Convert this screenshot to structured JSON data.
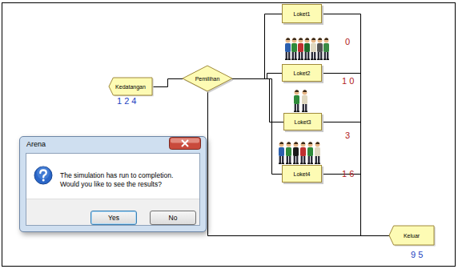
{
  "diagram": {
    "nodes": [
      {
        "text": [
          "Kedatangan"
        ]
      },
      {
        "text": [
          "Pemilihan"
        ]
      },
      {
        "text": [
          "Loket1"
        ]
      },
      {
        "text": [
          "Loket2"
        ]
      },
      {
        "text": [
          "Loket3"
        ]
      },
      {
        "text": [
          "Loket4"
        ]
      },
      {
        "text": [
          "Arena",
          "The simulation has run to completion. Would you like to see the results?"
        ]
      },
      {
        "text": [
          "Yes"
        ],
        "in": 6
      },
      {
        "text": [
          "No"
        ],
        "in": 6
      },
      {
        "text": [
          "Keluar"
        ]
      }
    ],
    "edges": [
      {
        "from": 0,
        "to": 1,
        "arrow": "none"
      },
      {
        "from": 1,
        "to": 2,
        "arrow": "none"
      },
      {
        "from": 1,
        "to": 3,
        "arrow": "none"
      },
      {
        "from": 1,
        "to": 4,
        "arrow": "none"
      },
      {
        "from": 1,
        "to": 5,
        "arrow": "none"
      },
      {
        "from": 1,
        "to": 9,
        "arrow": "none"
      },
      {
        "from": 2,
        "to": 9,
        "arrow": "none"
      },
      {
        "from": 3,
        "to": 9,
        "arrow": "none"
      },
      {
        "from": 4,
        "to": 9,
        "arrow": "none"
      },
      {
        "from": 5,
        "to": 9,
        "arrow": "none"
      }
    ],
    "labels": [
      "1 2 4",
      "0",
      "1 0",
      "3",
      "1 6",
      "9 5"
    ]
  }
}
